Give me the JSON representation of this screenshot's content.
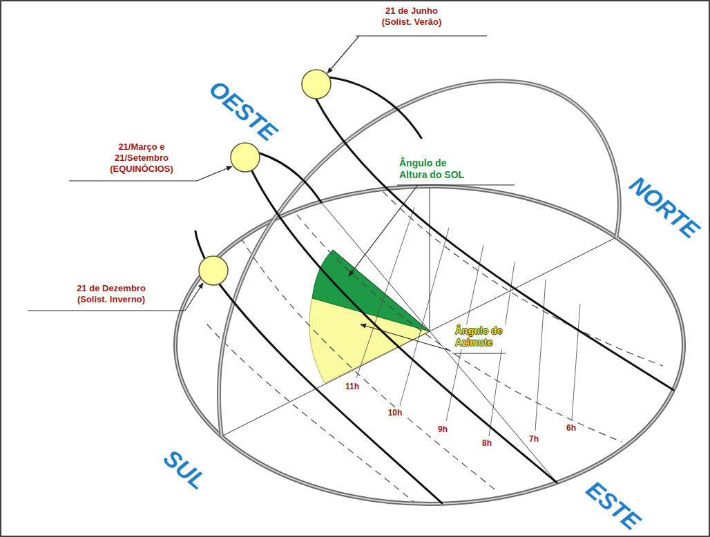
{
  "diagram": {
    "labels": [
      "21 de Junho (Solist. Verão)",
      "21/Março e 21/Setembro (EQUINÓCIOS)",
      "21 de Dezembro (Solist. Inverno)",
      "Ângulo de Altura do SOL",
      "Ângulo de Azimute",
      "OESTE",
      "NORTE",
      "SUL",
      "ESTE",
      "11h",
      "10h",
      "9h",
      "8h",
      "7h",
      "6h"
    ]
  }
}
